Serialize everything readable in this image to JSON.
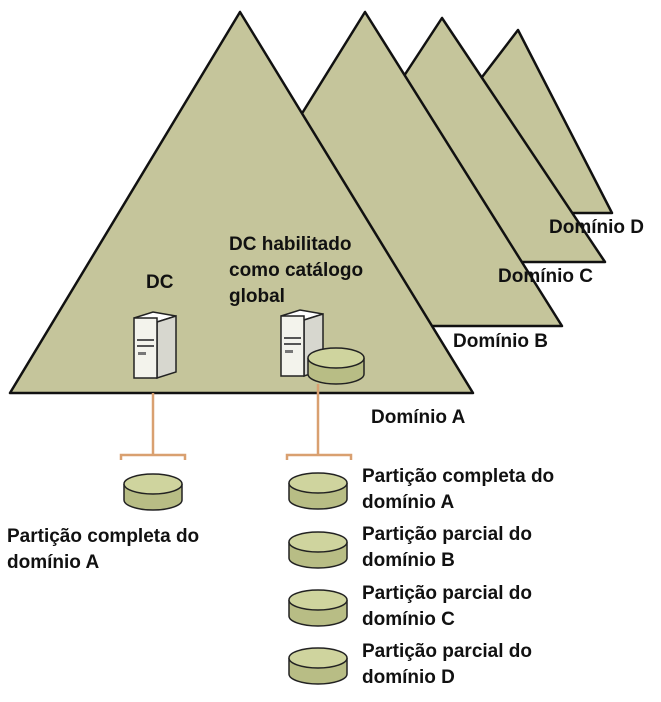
{
  "domains": {
    "a": "Domínio A",
    "b": "Domínio B",
    "c": "Domínio C",
    "d": "Domínio D"
  },
  "servers": {
    "dc": "DC",
    "gc": "DC habilitado\ncomo catálogo\nglobal"
  },
  "partitions": {
    "dc_partition": "Partição completa do\ndomínio A",
    "gc_partitions": [
      "Partição completa do\ndomínio A",
      "Partição parcial do\ndomínio B",
      "Partição parcial do\ndomínio C",
      "Partição parcial do\ndomínio D"
    ]
  },
  "colors": {
    "triangle_fill": "#c5c59b",
    "triangle_stroke": "#111111",
    "server_fill": "#f3f3ec",
    "disk_fill": "#c2c790",
    "connector": "#d9a070"
  }
}
